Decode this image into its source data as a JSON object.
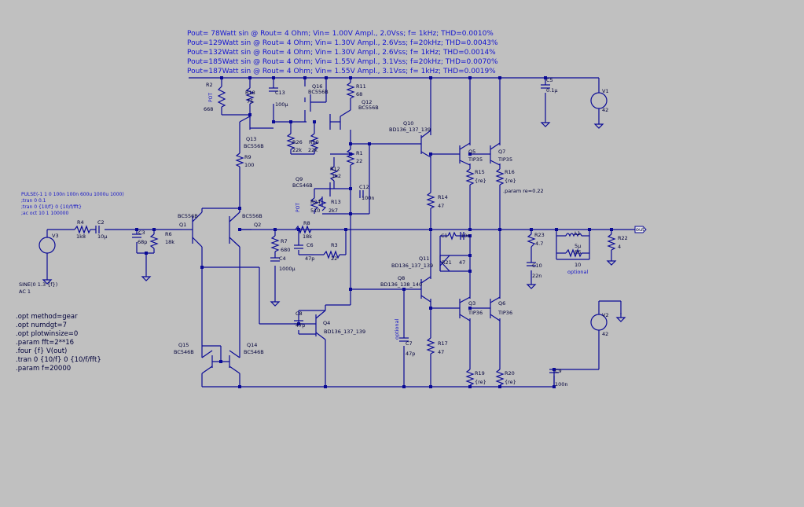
{
  "colors": {
    "background": "#c0c0c0",
    "wire": "#0a0a96",
    "header_text": "#1414d0",
    "directive_text": "#00003a"
  },
  "header_lines": [
    "Pout=  78Watt sin @  Rout= 4 Ohm;  Vin= 1.00V Ampl., 2.0Vss;  f=  1kHz;  THD=0.0010%",
    "Pout=129Watt sin @  Rout= 4 Ohm;  Vin= 1.30V Ampl., 2.6Vss;  f=20kHz;  THD=0.0043%",
    "Pout=132Watt sin @  Rout= 4 Ohm;  Vin= 1.30V Ampl., 2.6Vss;  f=  1kHz;  THD=0.0014%",
    "Pout=185Watt sin @  Rout= 4 Ohm;  Vin= 1.55V Ampl., 3.1Vss;  f=20kHz;  THD=0.0070%",
    "Pout=187Watt sin @  Rout= 4 Ohm;  Vin= 1.55V Ampl., 3.1Vss;  f=  1kHz;  THD=0.0019%"
  ],
  "source_directives": [
    "PULSE(-1 1 0 100n 100n 600u 1000u 1000)",
    ";tran 0 0.1",
    ";tran 0 {10/f} 0 {10/f/fft}",
    ";ac oct 10 1 100000"
  ],
  "directives": [
    ".opt method=gear",
    ".opt numdgt=7",
    ".opt plotwinsize=0",
    ".param fft=2**16",
    ".four {f} V(out)",
    ".tran 0 {10/f} 0 {10/f/fft}",
    "",
    ".param f=20000"
  ],
  "param_re": ".param re=0.22",
  "out_label": "out",
  "sine_source": {
    "line1": "SINE(0 1.3 {f})",
    "line2": "AC 1"
  },
  "components": {
    "V3": "V3",
    "V1": "V1",
    "V1_val": "42",
    "V2": "V2",
    "V2_val": "42",
    "R2": "R2",
    "R2_val": "668",
    "R18": "R18",
    "R18_val": "75",
    "C13": "C13",
    "C13_val": "100µ",
    "Q16": "Q16",
    "Q16_type": "BC556B",
    "R11": "R11",
    "R11_val": "68",
    "Q12": "Q12",
    "Q12_type": "BC556B",
    "C5": "C5",
    "C5_val": "0.1µ",
    "Q13": "Q13",
    "Q13_type": "BC556B",
    "R26": "R26",
    "R26_val": "22k",
    "R10": "R10",
    "R10_val": "22k",
    "Q10": "Q10",
    "Q10_type": "BD136_137_139",
    "Q5": "Q5",
    "Q5_type": "TIP35",
    "Q7": "Q7",
    "Q7_type": "TIP35",
    "R9": "R9",
    "R9_val": "100",
    "R1": "R1",
    "R1_val": "22",
    "R15": "R15",
    "R15_val": "{re}",
    "R16": "R16",
    "R16_val": "{re}",
    "R12": "R12",
    "R12_val": "1k2",
    "Q9": "Q9",
    "Q9_type": "BC546B",
    "C12": "C12",
    "C12_val": "100n",
    "R24": "R24",
    "R24_val": "510",
    "R13": "R13",
    "R13_val": "2k7",
    "R14": "R14",
    "R14_val": "47",
    "Q1": "Q1",
    "Q1_type": "BC556B",
    "Q2": "Q2",
    "Q2_type": "BC556B",
    "R4": "R4",
    "R4_val": "1k8",
    "C2": "C2",
    "C2_val": "10µ",
    "C3": "C3",
    "C3_val": "68p",
    "R6": "R6",
    "R6_val": "18k",
    "R7": "R7",
    "R7_val": "680",
    "R8": "R8",
    "R8_val": "18k",
    "C4": "C4",
    "C4_val": "1000µ",
    "C6": "C6",
    "C6_val": "47p",
    "R3": "R3",
    "R3_val": "22",
    "C1": "C1",
    "C1_val": "10n",
    "R23": "R23",
    "R23_val": "4.7",
    "L1": "L1",
    "L1_val": "5µ",
    "R5": "R5",
    "R5_val": "10",
    "R22": "R22",
    "R22_val": "4",
    "C10": "C10",
    "C10_val": "22n",
    "optional1": "optional",
    "Q11": "Q11",
    "Q11_type": "BD136_137_139",
    "R21": "R21",
    "R21_val": "47",
    "Q8": "Q8",
    "Q8_type": "BD136_138_140",
    "Q3": "Q3",
    "Q3_type": "TIP36",
    "Q6": "Q6",
    "Q6_type": "TIP36",
    "C8": "C8",
    "C8_val": "47p",
    "Q4": "Q4",
    "Q4_type": "BD136_137_139",
    "optional2": "optional",
    "C7": "C7",
    "C7_val": "47p",
    "R17": "R17",
    "R17_val": "47",
    "Q15": "Q15",
    "Q15_type": "BC546B",
    "Q14": "Q14",
    "Q14_type": "BC546B",
    "R19": "R19",
    "R19_val": "{re}",
    "R20": "R20",
    "R20_val": "{re}",
    "C9": "C9",
    "C9_val": "100n",
    "pot1": "POT",
    "pot2": "POT"
  }
}
